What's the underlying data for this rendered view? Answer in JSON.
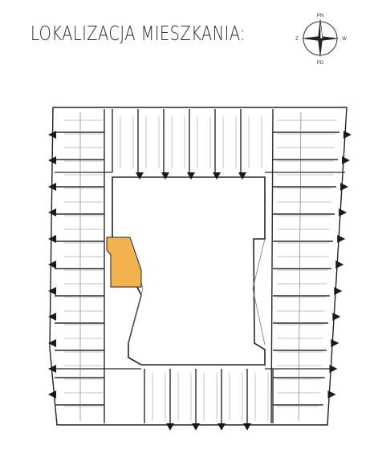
{
  "title": "LOKALIZACJA MIESZKANIA:",
  "compass": {
    "north": "PN",
    "south": "PD",
    "west": "Z",
    "east": "W"
  },
  "colors": {
    "highlight": "#f2b24e",
    "wall": "#1f1f1f",
    "thin_line": "#555555"
  },
  "icon_names": {
    "compass": "compass-rose-icon",
    "arrow": "entrance-arrow-icon"
  },
  "highlighted_unit": {
    "label": "selected-apartment"
  }
}
